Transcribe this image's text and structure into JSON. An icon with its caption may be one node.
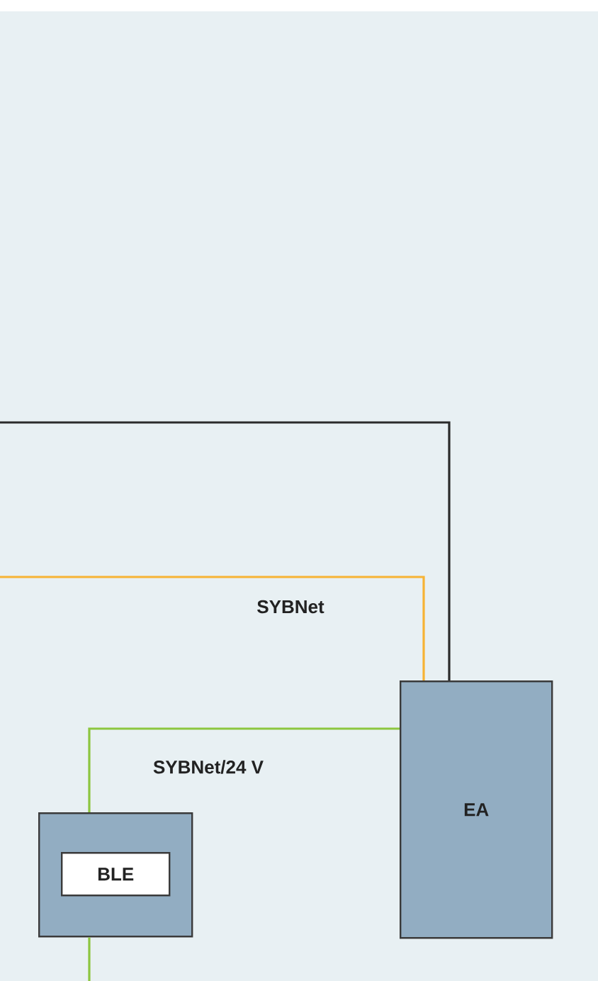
{
  "diagram": {
    "nodes": [
      {
        "text": [],
        "shape": "box"
      },
      {
        "text": [
          "BLE"
        ],
        "in": 0
      },
      {
        "text": [
          "EA"
        ]
      }
    ],
    "edges": [
      {
        "from": null,
        "to": 2,
        "arrow": "none",
        "color": "#2b2b2b"
      },
      {
        "from": null,
        "to": 2,
        "arrow": "none",
        "label": "SYBNet",
        "color": "#f7b334"
      },
      {
        "from": 2,
        "to": 0,
        "arrow": "none",
        "label": "SYBNet/24 V",
        "color": "#8cc63f"
      },
      {
        "from": 0,
        "to": null,
        "arrow": "none",
        "color": "#8cc63f"
      }
    ]
  }
}
